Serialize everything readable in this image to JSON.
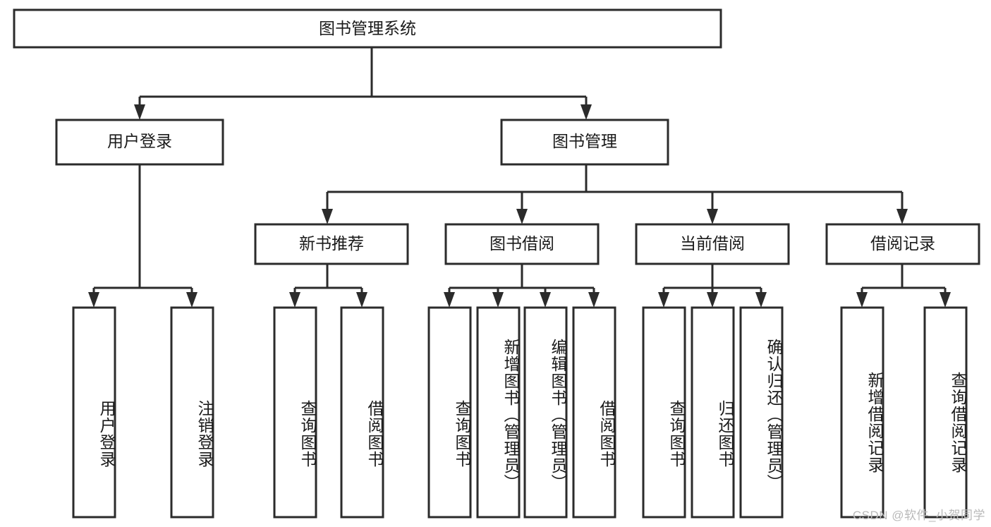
{
  "diagram": {
    "type": "tree-hierarchy",
    "title": "图书管理系统",
    "orientation": "top-down",
    "style": {
      "box_fill": "#ffffff",
      "box_stroke": "#2b2b2b",
      "connector_color": "#2b2b2b",
      "text_color": "#1a1a1a",
      "background": "#ffffff"
    },
    "levels": [
      {
        "level": 1,
        "nodes": [
          {
            "id": "root",
            "label": "图书管理系统",
            "orientation": "horizontal"
          }
        ]
      },
      {
        "level": 2,
        "nodes": [
          {
            "id": "user-login",
            "label": "用户登录",
            "orientation": "horizontal",
            "parent": "root"
          },
          {
            "id": "book-manage",
            "label": "图书管理",
            "orientation": "horizontal",
            "parent": "root"
          }
        ]
      },
      {
        "level": 3,
        "nodes": [
          {
            "id": "new-book-rec",
            "label": "新书推荐",
            "orientation": "horizontal",
            "parent": "book-manage"
          },
          {
            "id": "book-borrow",
            "label": "图书借阅",
            "orientation": "horizontal",
            "parent": "book-manage"
          },
          {
            "id": "current-borrow",
            "label": "当前借阅",
            "orientation": "horizontal",
            "parent": "book-manage"
          },
          {
            "id": "borrow-record",
            "label": "借阅记录",
            "orientation": "horizontal",
            "parent": "book-manage"
          }
        ]
      },
      {
        "level": 4,
        "nodes": [
          {
            "id": "leaf-user-login",
            "label": "用户登录",
            "orientation": "vertical",
            "parent": "user-login"
          },
          {
            "id": "leaf-logout",
            "label": "注销登录",
            "orientation": "vertical",
            "parent": "user-login"
          },
          {
            "id": "leaf-query-book-1",
            "label": "查询图书",
            "orientation": "vertical",
            "parent": "new-book-rec"
          },
          {
            "id": "leaf-borrow-book-1",
            "label": "借阅图书",
            "orientation": "vertical",
            "parent": "new-book-rec"
          },
          {
            "id": "leaf-query-book-2",
            "label": "查询图书",
            "orientation": "vertical",
            "parent": "book-borrow"
          },
          {
            "id": "leaf-add-book",
            "label": "新增图书（管理员）",
            "orientation": "vertical",
            "parent": "book-borrow"
          },
          {
            "id": "leaf-edit-book",
            "label": "编辑图书（管理员）",
            "orientation": "vertical",
            "parent": "book-borrow"
          },
          {
            "id": "leaf-borrow-book-2",
            "label": "借阅图书",
            "orientation": "vertical",
            "parent": "book-borrow"
          },
          {
            "id": "leaf-query-book-3",
            "label": "查询图书",
            "orientation": "vertical",
            "parent": "current-borrow"
          },
          {
            "id": "leaf-return-book",
            "label": "归还图书",
            "orientation": "vertical",
            "parent": "current-borrow"
          },
          {
            "id": "leaf-confirm-return",
            "label": "确认归还（管理员）",
            "orientation": "vertical",
            "parent": "current-borrow"
          },
          {
            "id": "leaf-add-record",
            "label": "新增借阅记录",
            "orientation": "vertical",
            "parent": "borrow-record"
          },
          {
            "id": "leaf-query-record",
            "label": "查询借阅记录",
            "orientation": "vertical",
            "parent": "borrow-record"
          }
        ]
      }
    ]
  },
  "watermark": {
    "text": "CSDN @软件_小贺同学",
    "color": "#b9b9b9"
  }
}
